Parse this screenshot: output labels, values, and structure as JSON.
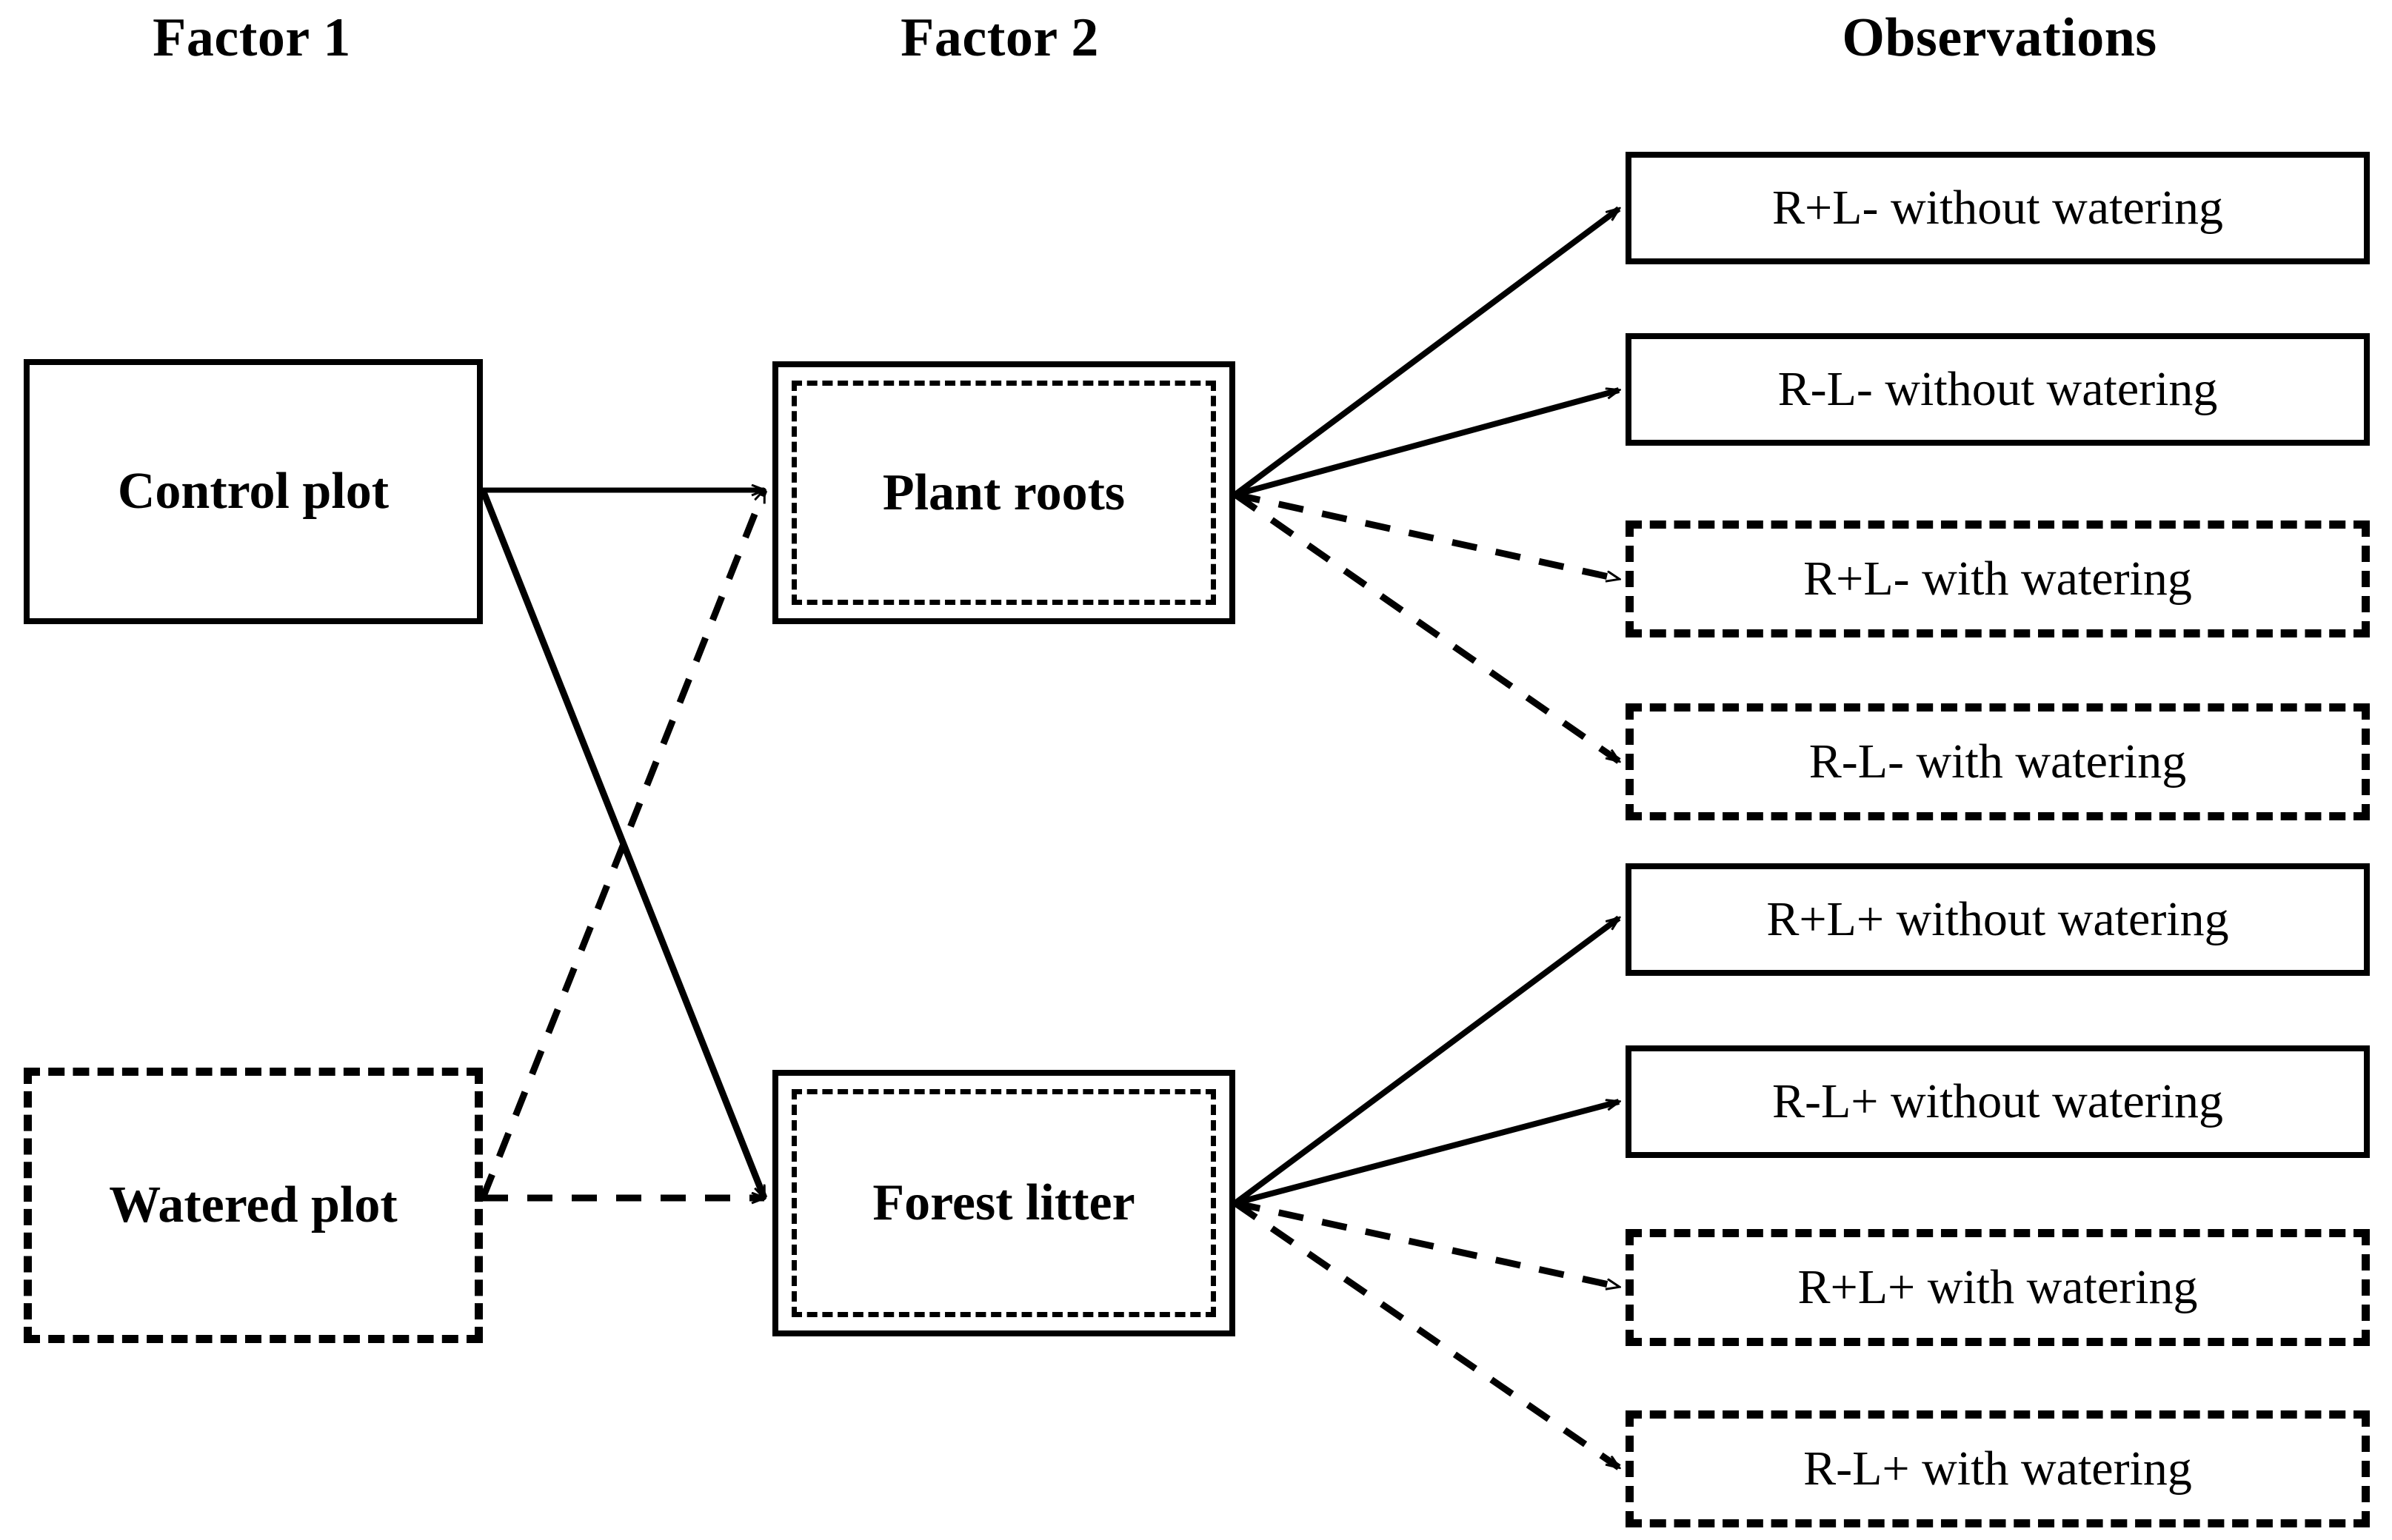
{
  "headers": {
    "factor1": "Factor 1",
    "factor2": "Factor 2",
    "observations": "Observations"
  },
  "factor1_nodes": [
    {
      "id": "control-plot",
      "label": "Control plot",
      "border": "solid"
    },
    {
      "id": "watered-plot",
      "label": "Watered plot",
      "border": "dashed"
    }
  ],
  "factor2_nodes": [
    {
      "id": "plant-roots",
      "label": "Plant roots",
      "border": "solid-with-inner-dashed"
    },
    {
      "id": "forest-litter",
      "label": "Forest litter",
      "border": "solid-with-inner-dashed"
    }
  ],
  "observation_nodes": [
    {
      "id": "obs-1",
      "label": "R+L- without watering",
      "border": "solid"
    },
    {
      "id": "obs-2",
      "label": "R-L- without watering",
      "border": "solid"
    },
    {
      "id": "obs-3",
      "label": "R+L- with watering",
      "border": "dashed"
    },
    {
      "id": "obs-4",
      "label": "R-L- with watering",
      "border": "dashed"
    },
    {
      "id": "obs-5",
      "label": "R+L+ without watering",
      "border": "solid"
    },
    {
      "id": "obs-6",
      "label": "R-L+ without watering",
      "border": "solid"
    },
    {
      "id": "obs-7",
      "label": "R+L+ with watering",
      "border": "dashed"
    },
    {
      "id": "obs-8",
      "label": "R-L+ with watering",
      "border": "dashed"
    }
  ],
  "connections": [
    {
      "id": "control-to-roots",
      "from": "control-plot",
      "to": "plant-roots",
      "style": "solid"
    },
    {
      "id": "control-to-litter",
      "from": "control-plot",
      "to": "forest-litter",
      "style": "solid"
    },
    {
      "id": "watered-to-roots",
      "from": "watered-plot",
      "to": "plant-roots",
      "style": "dashed"
    },
    {
      "id": "watered-to-litter",
      "from": "watered-plot",
      "to": "forest-litter",
      "style": "dashed"
    },
    {
      "id": "roots-to-obs-1",
      "from": "plant-roots",
      "to": "obs-1",
      "style": "solid"
    },
    {
      "id": "roots-to-obs-2",
      "from": "plant-roots",
      "to": "obs-2",
      "style": "solid"
    },
    {
      "id": "roots-to-obs-3",
      "from": "plant-roots",
      "to": "obs-3",
      "style": "dashed"
    },
    {
      "id": "roots-to-obs-4",
      "from": "plant-roots",
      "to": "obs-4",
      "style": "dashed"
    },
    {
      "id": "litter-to-obs-5",
      "from": "forest-litter",
      "to": "obs-5",
      "style": "solid"
    },
    {
      "id": "litter-to-obs-6",
      "from": "forest-litter",
      "to": "obs-6",
      "style": "solid"
    },
    {
      "id": "litter-to-obs-7",
      "from": "forest-litter",
      "to": "obs-7",
      "style": "dashed"
    },
    {
      "id": "litter-to-obs-8",
      "from": "forest-litter",
      "to": "obs-8",
      "style": "dashed"
    }
  ],
  "colors": {
    "line": "#000000",
    "background": "#ffffff",
    "text": "#000000"
  }
}
